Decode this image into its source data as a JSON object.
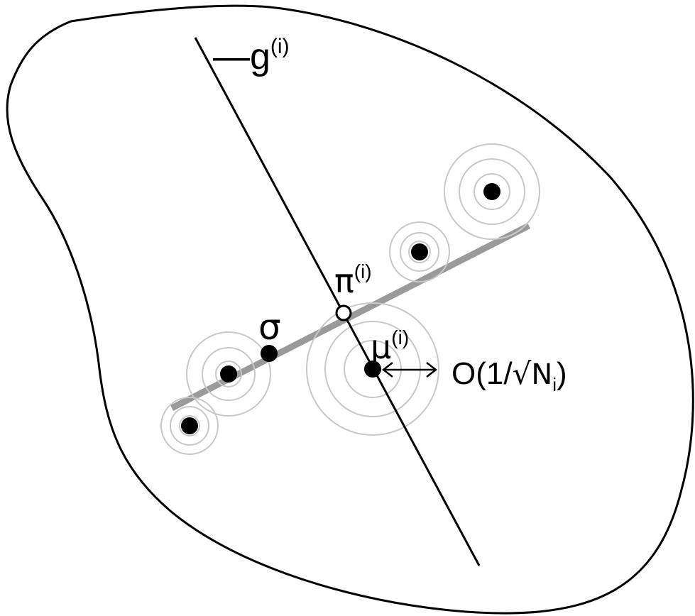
{
  "labels": {
    "gradient_prefix": "—g",
    "gradient_sup": "(i)",
    "pi_symbol": "π",
    "pi_sup": "(i)",
    "sigma_symbol": "σ",
    "mu_symbol": "μ",
    "mu_sup": "(i)",
    "order_open": "O(1/",
    "sqrt_symbol": "√",
    "order_n": "N",
    "order_n_sub": "i",
    "order_close": ")"
  },
  "colors": {
    "outline": "#000000",
    "line": "#000000",
    "subspace": "#9a9a9a",
    "contours": "#c8c8c8",
    "point": "#000000",
    "projection_fill": "#ffffff"
  }
}
